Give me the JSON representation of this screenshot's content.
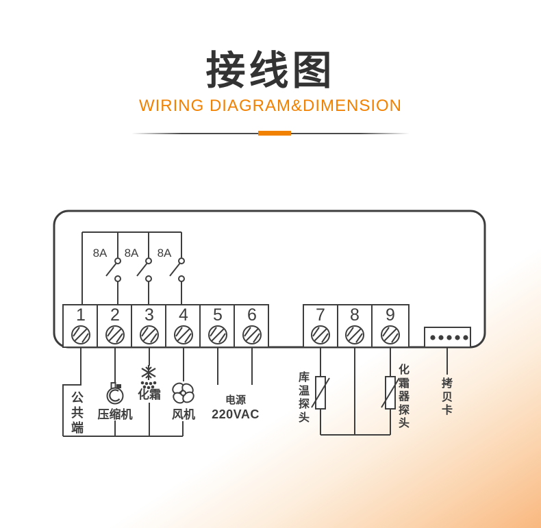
{
  "header": {
    "title": "接线图",
    "subtitle": "WIRING DIAGRAM&DIMENSION"
  },
  "diagram": {
    "fuse_labels": [
      "8A",
      "8A",
      "8A"
    ],
    "terminal_numbers": [
      "1",
      "2",
      "3",
      "4",
      "5",
      "6",
      "7",
      "8",
      "9"
    ],
    "labels": {
      "common": "公共端",
      "compressor": "压缩机",
      "defrost": "化霜",
      "fan": "风机",
      "power": "电源",
      "power_voltage": "220VAC",
      "room_probe": "库温探头",
      "defrost_probe": "化霜器探头",
      "copy_card": "拷贝卡"
    },
    "icons": {
      "terminal_screw": "screw-terminal-icon",
      "compressor": "compressor-icon",
      "defrost": "snowflake-icon",
      "fan": "fan-icon",
      "room_probe": "thermistor-icon",
      "defrost_probe": "thermistor-icon",
      "copy_card_port": "copy-card-connector-icon"
    },
    "colors": {
      "ink": "#3d3d3d",
      "accent_orange": "#f18101",
      "corner_gradient": "#f9b87f"
    }
  }
}
